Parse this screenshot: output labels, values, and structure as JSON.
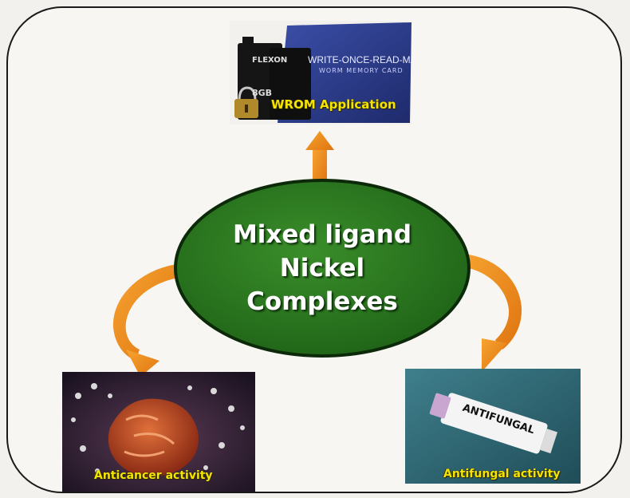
{
  "center": {
    "lines": [
      "Mixed ligand",
      "Nickel",
      "Complexes"
    ]
  },
  "top_card": {
    "label": "WROM Application",
    "card_title": "WRITE-ONCE-READ-MANY",
    "card_subtitle": "WORM MEMORY CARD",
    "brand": "FLEXON",
    "capacity": "8GB"
  },
  "left_card": {
    "label": "Anticancer activity"
  },
  "right_card": {
    "label": "Antifungal activity",
    "tube_text": "ANTIFUNGAL"
  },
  "colors": {
    "ellipse_fill": "#2b7a1f",
    "ellipse_border": "#0c2a0a",
    "arrow": "#f08a16",
    "label_text": "#f4e400",
    "frame_border": "#1a1a1a"
  }
}
